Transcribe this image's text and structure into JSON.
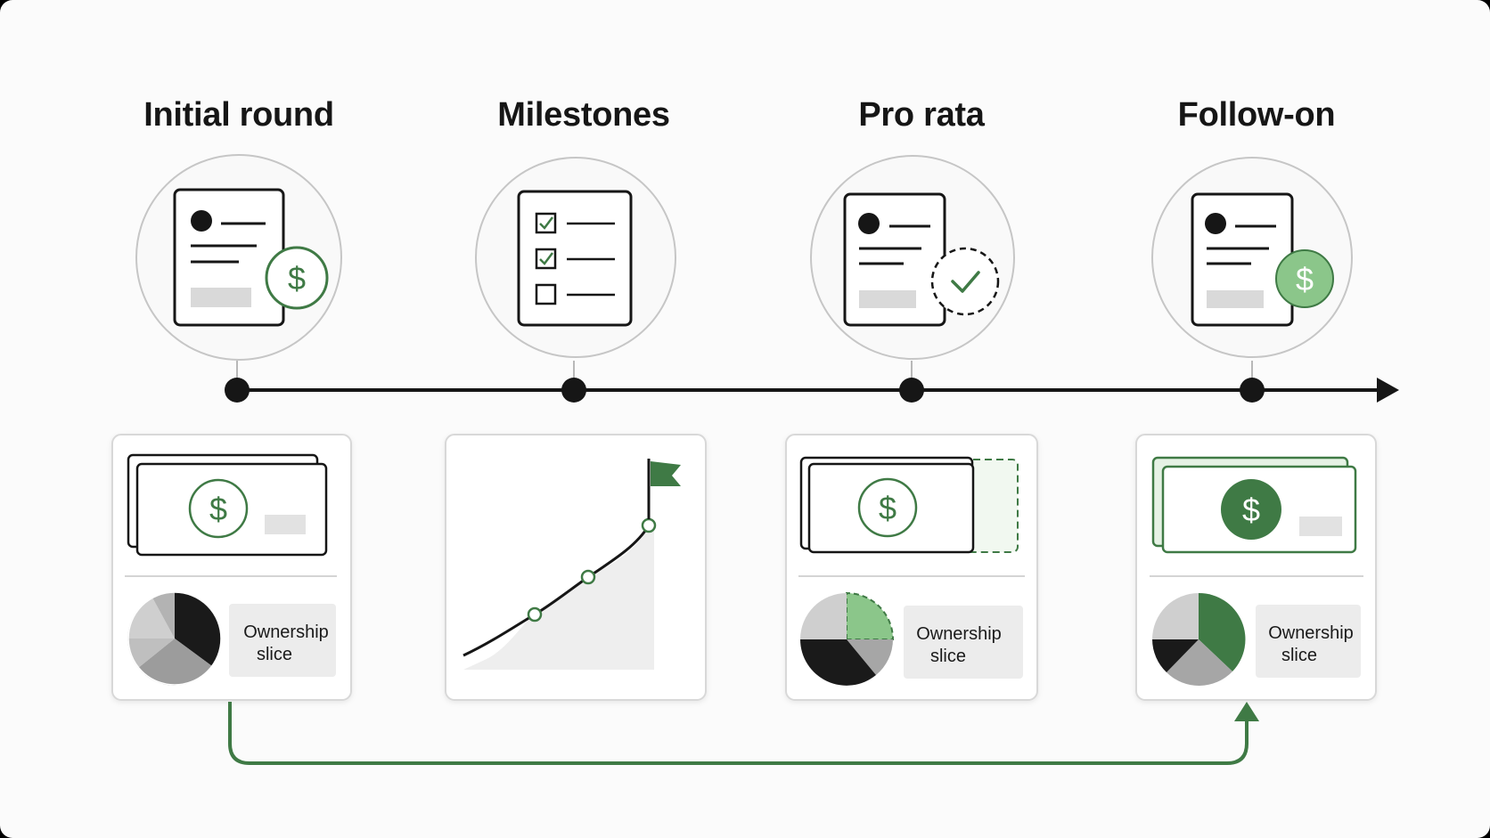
{
  "stages": [
    {
      "title": "Initial round",
      "slice_label": [
        "Ownership",
        "slice"
      ]
    },
    {
      "title": "Milestones"
    },
    {
      "title": "Pro rata",
      "slice_label": [
        "Ownership",
        "slice"
      ]
    },
    {
      "title": "Follow-on",
      "slice_label": [
        "Ownership",
        "slice"
      ]
    }
  ],
  "currency_symbol": "$",
  "colors": {
    "ink": "#161616",
    "accent_green": "#3f7a45",
    "light_green": "#8bc68a",
    "mid_gray": "#9a9a9a",
    "light_gray": "#cfcfcf",
    "card_border": "#d8d8d8"
  }
}
